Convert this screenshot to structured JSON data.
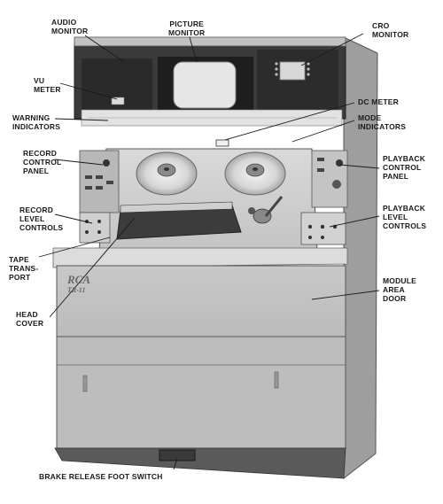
{
  "labels": {
    "audio_monitor": [
      "AUDIO",
      "MONITOR"
    ],
    "picture_monitor": [
      "PICTURE",
      "MONITOR"
    ],
    "cro_monitor": [
      "CRO",
      "MONITOR"
    ],
    "vu_meter": [
      "VU",
      "METER"
    ],
    "dc_meter": [
      "DC METER"
    ],
    "warning_indicators": [
      "WARNING",
      "INDICATORS"
    ],
    "mode_indicators": [
      "MODE",
      "INDICATORS"
    ],
    "record_control_panel": [
      "RECORD",
      "CONTROL",
      "PANEL"
    ],
    "playback_control_panel": [
      "PLAYBACK",
      "CONTROL",
      "PANEL"
    ],
    "record_level_controls": [
      "RECORD",
      "LEVEL",
      "CONTROLS"
    ],
    "playback_level_controls": [
      "PLAYBACK",
      "LEVEL",
      "CONTROLS"
    ],
    "tape_transport": [
      "TAPE",
      "TRANS-",
      "PORT"
    ],
    "head_cover": [
      "HEAD",
      "COVER"
    ],
    "module_area_door": [
      "MODULE",
      "AREA",
      "DOOR"
    ],
    "brake_release_foot_switch": [
      "BRAKE RELEASE FOOT SWITCH"
    ]
  },
  "brand": [
    "RCA",
    "TR-11"
  ],
  "colors": {
    "line": "#1a1a1a",
    "cabinet_light": "#cfcfcf",
    "cabinet_mid": "#b5b5b5",
    "cabinet_dark": "#4a4a4a",
    "screen": "#e8e8e8"
  }
}
